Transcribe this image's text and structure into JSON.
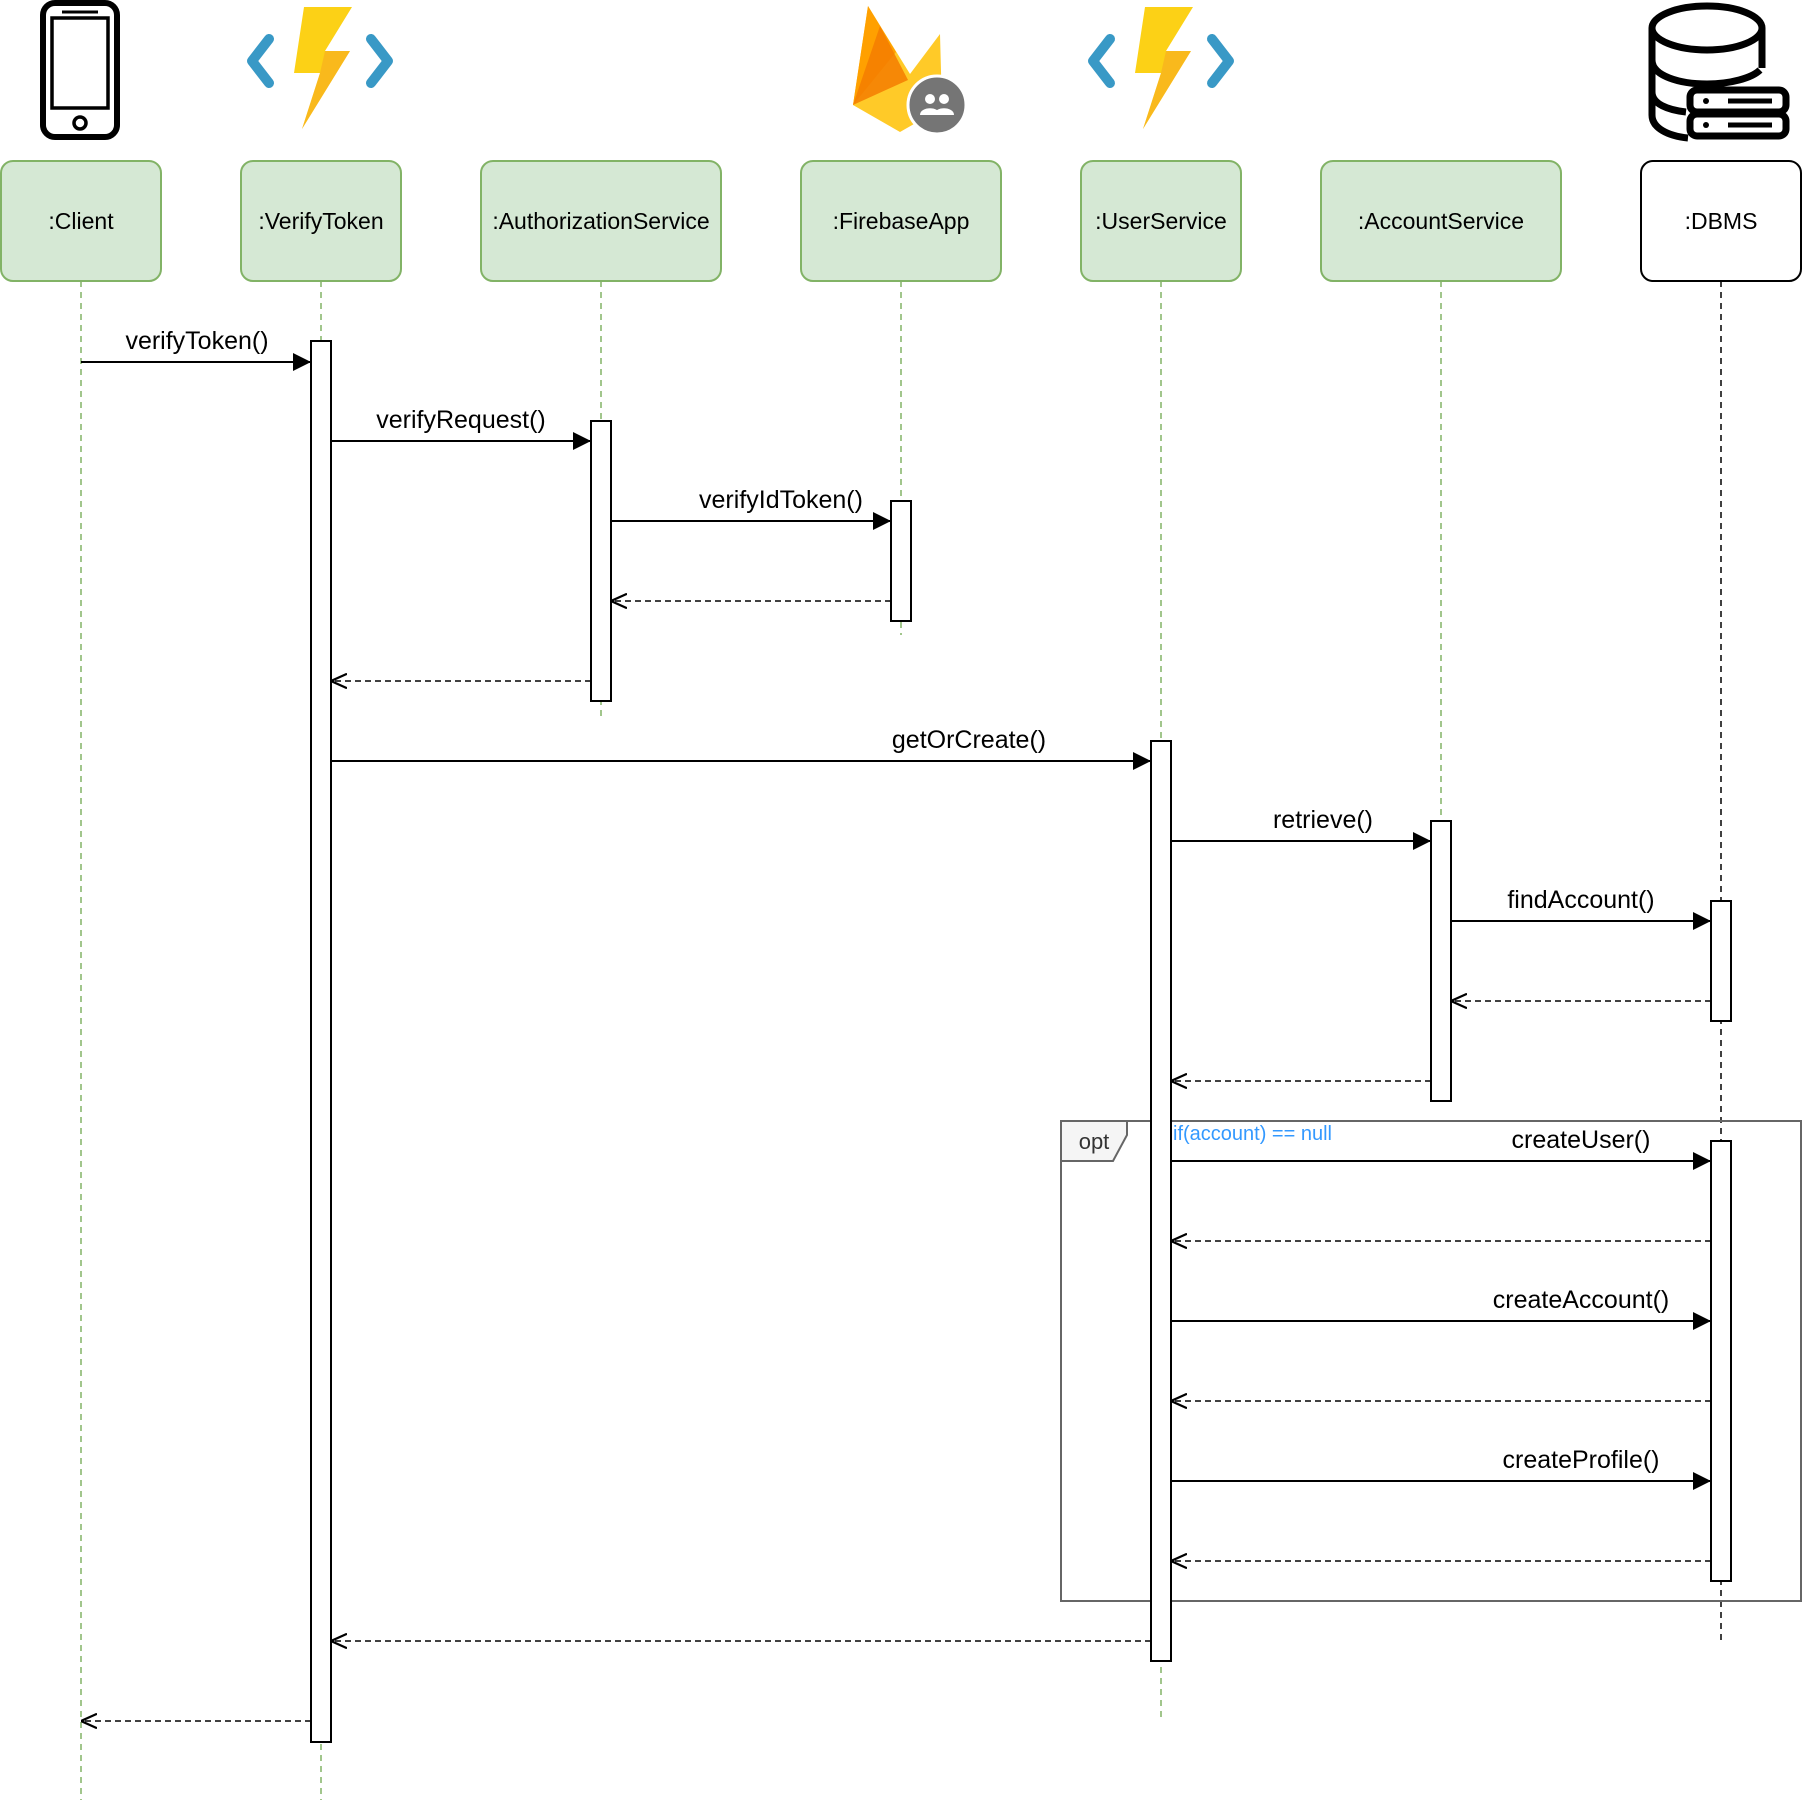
{
  "participants": [
    {
      "label": ":Client",
      "icon": "mobile-phone-icon",
      "style": "green"
    },
    {
      "label": ":VerifyToken",
      "icon": "azure-function-icon",
      "style": "green"
    },
    {
      "label": ":AuthorizationService",
      "icon": "",
      "style": "green"
    },
    {
      "label": ":FirebaseApp",
      "icon": "firebase-icon",
      "style": "green"
    },
    {
      "label": ":UserService",
      "icon": "azure-function-icon",
      "style": "green"
    },
    {
      "label": ":AccountService",
      "icon": "",
      "style": "green"
    },
    {
      "label": ":DBMS",
      "icon": "database-server-icon",
      "style": "white"
    }
  ],
  "messages": [
    {
      "label": "verifyToken()",
      "from": 0,
      "to": 1,
      "kind": "call"
    },
    {
      "label": "verifyRequest()",
      "from": 1,
      "to": 2,
      "kind": "call"
    },
    {
      "label": "verifyIdToken()",
      "from": 2,
      "to": 3,
      "kind": "call"
    },
    {
      "label": "",
      "from": 3,
      "to": 2,
      "kind": "return"
    },
    {
      "label": "",
      "from": 2,
      "to": 1,
      "kind": "return"
    },
    {
      "label": "getOrCreate()",
      "from": 1,
      "to": 4,
      "kind": "call"
    },
    {
      "label": "retrieve()",
      "from": 4,
      "to": 5,
      "kind": "call"
    },
    {
      "label": "findAccount()",
      "from": 5,
      "to": 6,
      "kind": "call"
    },
    {
      "label": "",
      "from": 6,
      "to": 5,
      "kind": "return"
    },
    {
      "label": "",
      "from": 5,
      "to": 4,
      "kind": "return"
    },
    {
      "label": "createUser()",
      "from": 4,
      "to": 6,
      "kind": "call"
    },
    {
      "label": "",
      "from": 6,
      "to": 4,
      "kind": "return"
    },
    {
      "label": "createAccount()",
      "from": 4,
      "to": 6,
      "kind": "call"
    },
    {
      "label": "",
      "from": 6,
      "to": 4,
      "kind": "return"
    },
    {
      "label": "createProfile()",
      "from": 4,
      "to": 6,
      "kind": "call"
    },
    {
      "label": "",
      "from": 6,
      "to": 4,
      "kind": "return"
    },
    {
      "label": "",
      "from": 4,
      "to": 1,
      "kind": "return"
    },
    {
      "label": "",
      "from": 1,
      "to": 0,
      "kind": "return"
    }
  ],
  "fragment": {
    "operator": "opt",
    "guard": "if(account) == null"
  },
  "colors": {
    "participant_fill": "#d5e8d4",
    "participant_stroke": "#82b366",
    "lifeline": "#82b366",
    "guard_text": "#3399ff",
    "fragment_stroke": "#666666",
    "azure_blue": "#3999c6",
    "azure_bolt": "#fcd116",
    "firebase_yellow": "#ffca28",
    "firebase_orange": "#ffa000",
    "firebase_red": "#f57c00"
  }
}
